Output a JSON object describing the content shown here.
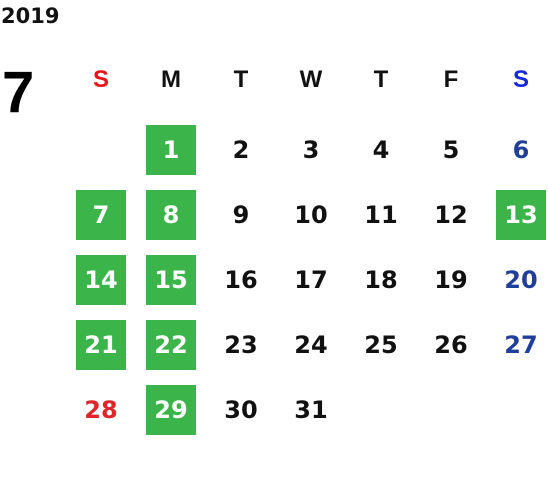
{
  "calendar": {
    "year": "2019",
    "month": "7",
    "weekdays": [
      "S",
      "M",
      "T",
      "W",
      "T",
      "F",
      "S"
    ],
    "weekday_colors": [
      "#e8141c",
      "#111111",
      "#111111",
      "#111111",
      "#111111",
      "#111111",
      "#1428e0"
    ],
    "weeks": [
      [
        null,
        {
          "d": "1",
          "hl": true
        },
        {
          "d": "2"
        },
        {
          "d": "3"
        },
        {
          "d": "4"
        },
        {
          "d": "5"
        },
        {
          "d": "6",
          "c": "sat"
        }
      ],
      [
        {
          "d": "7",
          "hl": true
        },
        {
          "d": "8",
          "hl": true
        },
        {
          "d": "9"
        },
        {
          "d": "10"
        },
        {
          "d": "11"
        },
        {
          "d": "12"
        },
        {
          "d": "13",
          "hl": true
        }
      ],
      [
        {
          "d": "14",
          "hl": true
        },
        {
          "d": "15",
          "hl": true
        },
        {
          "d": "16"
        },
        {
          "d": "17"
        },
        {
          "d": "18"
        },
        {
          "d": "19"
        },
        {
          "d": "20",
          "c": "sat"
        }
      ],
      [
        {
          "d": "21",
          "hl": true
        },
        {
          "d": "22",
          "hl": true
        },
        {
          "d": "23"
        },
        {
          "d": "24"
        },
        {
          "d": "25"
        },
        {
          "d": "26"
        },
        {
          "d": "27",
          "c": "sat"
        }
      ],
      [
        {
          "d": "28",
          "c": "sun"
        },
        {
          "d": "29",
          "hl": true
        },
        {
          "d": "30"
        },
        {
          "d": "31"
        },
        null,
        null,
        null
      ]
    ]
  },
  "colors": {
    "highlight": "#3bb54a",
    "sunday_text": "#e0262a",
    "saturday_text": "#1f3f9a",
    "default_text": "#111111"
  }
}
